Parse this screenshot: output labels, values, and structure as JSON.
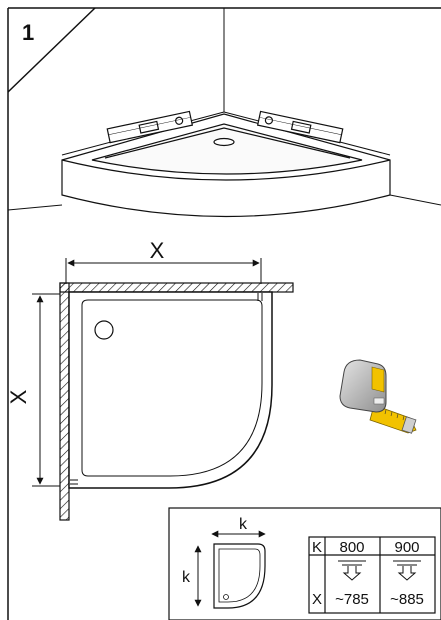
{
  "step": {
    "number": "1"
  },
  "measure": {
    "dimension_label": "X"
  },
  "inset": {
    "dimension_label": "k",
    "table": {
      "header_key": "K",
      "row_key": "X",
      "columns": [
        {
          "size": "800",
          "result": "~785"
        },
        {
          "size": "900",
          "result": "~885"
        }
      ]
    }
  },
  "icons": [
    "tape-measure-icon",
    "spirit-level-icon",
    "corner-shower-tray-icon"
  ],
  "colors": {
    "line": "#111111",
    "tape_yellow": "#f2c200",
    "tape_case": "#b9b9b9"
  }
}
